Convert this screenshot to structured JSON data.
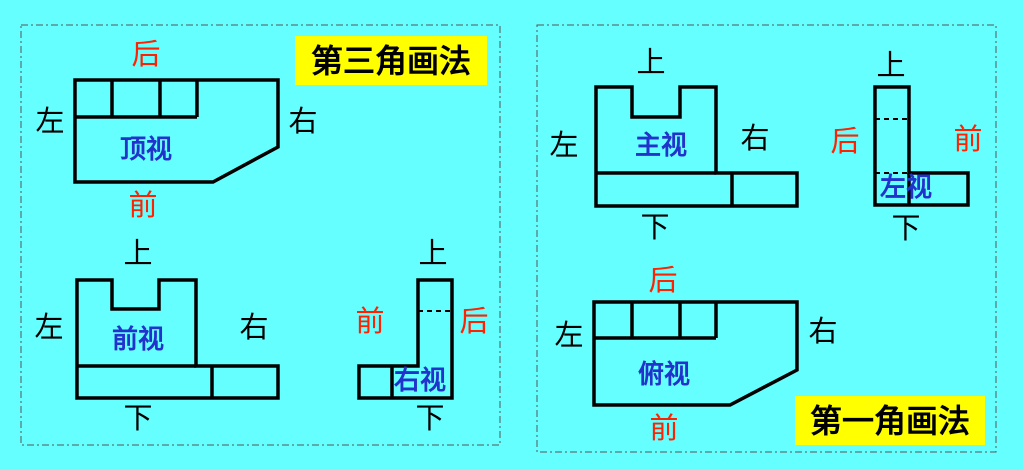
{
  "colors": {
    "background": "#66ffff",
    "direction_black": "#000000",
    "direction_red": "#ff2200",
    "view_label": "#2233cc",
    "title_background": "#ffff00"
  },
  "left_panel": {
    "title": "第三角画法",
    "top_view": {
      "label": "顶视",
      "top": "后",
      "bottom": "前",
      "left": "左",
      "right": "右"
    },
    "front_view": {
      "label": "前视",
      "top": "上",
      "bottom": "下",
      "left": "左",
      "right": "右"
    },
    "right_view": {
      "label": "右视",
      "top": "上",
      "bottom": "下",
      "left": "前",
      "right": "后"
    }
  },
  "right_panel": {
    "title": "第一角画法",
    "front_view": {
      "label": "主视",
      "top": "上",
      "bottom": "下",
      "left": "左",
      "right": "右"
    },
    "left_view": {
      "label": "左视",
      "top": "上",
      "bottom": "下",
      "left": "后",
      "right": "前"
    },
    "top_view": {
      "label": "俯视",
      "top": "后",
      "bottom": "前",
      "left": "左",
      "right": "右"
    }
  }
}
